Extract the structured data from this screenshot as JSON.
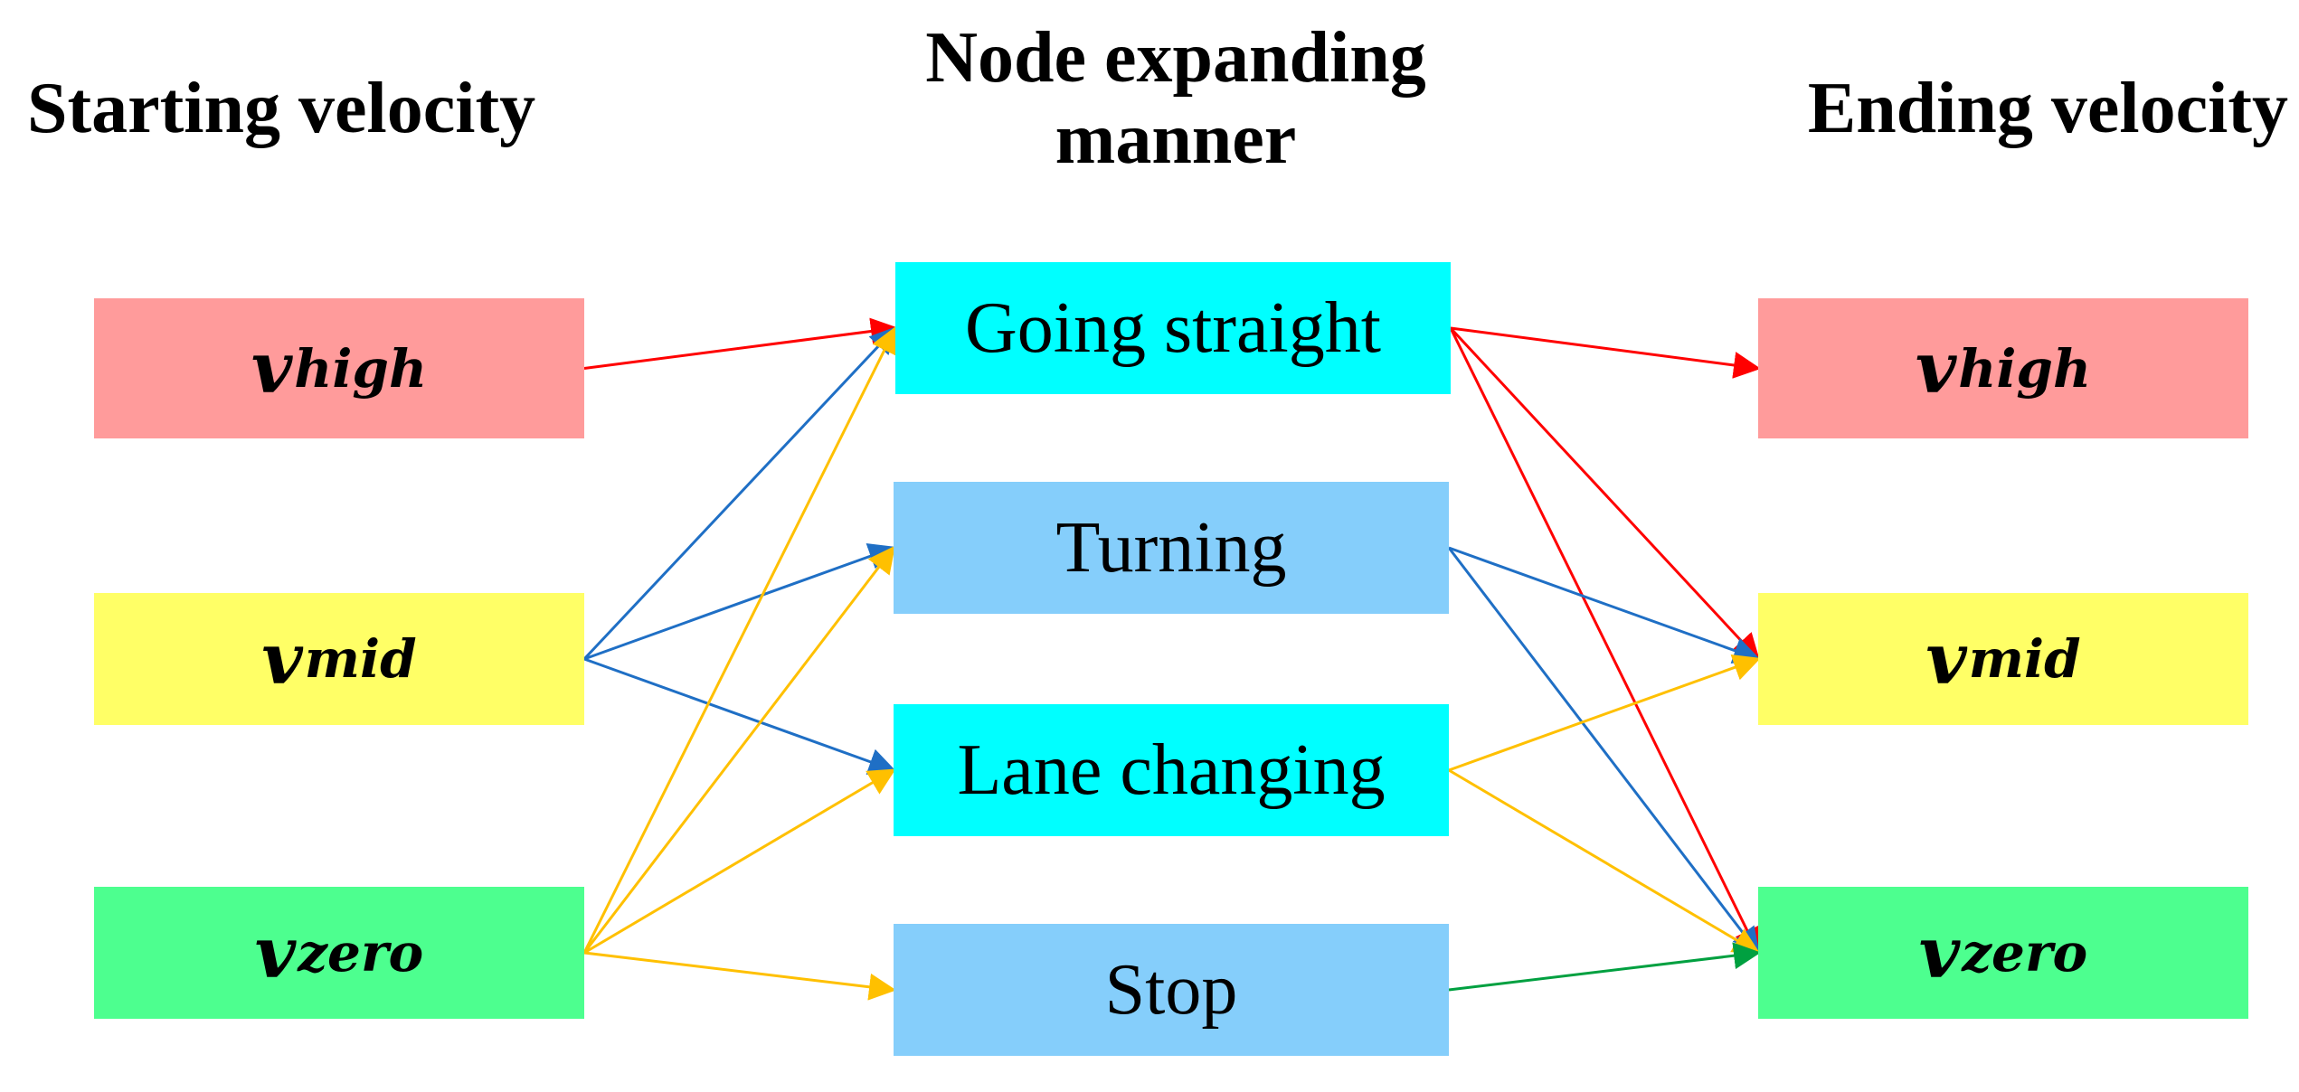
{
  "headings": {
    "starting": "Starting  velocity",
    "manner_line1": "Node expanding",
    "manner_line2": "manner",
    "ending": "Ending velocity"
  },
  "start_velocities": [
    {
      "symbol": "v",
      "subscript": "high"
    },
    {
      "symbol": "v",
      "subscript": "mid"
    },
    {
      "symbol": "v",
      "subscript": "zero"
    }
  ],
  "manners": [
    "Going straight",
    "Turning",
    "Lane changing",
    "Stop"
  ],
  "end_velocities": [
    {
      "symbol": "v",
      "subscript": "high"
    },
    {
      "symbol": "v",
      "subscript": "mid"
    },
    {
      "symbol": "v",
      "subscript": "zero"
    }
  ],
  "colors": {
    "high_box": "#FF9B9B",
    "mid_box": "#FFFF66",
    "zero_box": "#4DFF8F",
    "manner_cyan": "#00FFFF",
    "manner_blue": "#85CEFB",
    "edge_red": "#FF0000",
    "edge_blue": "#1F6FC5",
    "edge_yellow": "#FFC000",
    "edge_green": "#00A040"
  },
  "edges": [
    {
      "from": "start_high",
      "to": "going_straight",
      "color": "edge_red"
    },
    {
      "from": "start_mid",
      "to": "going_straight",
      "color": "edge_blue"
    },
    {
      "from": "start_mid",
      "to": "turning",
      "color": "edge_blue"
    },
    {
      "from": "start_mid",
      "to": "lane_changing",
      "color": "edge_blue"
    },
    {
      "from": "start_zero",
      "to": "going_straight",
      "color": "edge_yellow"
    },
    {
      "from": "start_zero",
      "to": "turning",
      "color": "edge_yellow"
    },
    {
      "from": "start_zero",
      "to": "lane_changing",
      "color": "edge_yellow"
    },
    {
      "from": "start_zero",
      "to": "stop",
      "color": "edge_yellow"
    },
    {
      "from": "going_straight",
      "to": "end_high",
      "color": "edge_red"
    },
    {
      "from": "going_straight",
      "to": "end_mid",
      "color": "edge_red"
    },
    {
      "from": "going_straight",
      "to": "end_zero",
      "color": "edge_red"
    },
    {
      "from": "turning",
      "to": "end_mid",
      "color": "edge_blue"
    },
    {
      "from": "turning",
      "to": "end_zero",
      "color": "edge_blue"
    },
    {
      "from": "lane_changing",
      "to": "end_mid",
      "color": "edge_yellow"
    },
    {
      "from": "lane_changing",
      "to": "end_zero",
      "color": "edge_yellow"
    },
    {
      "from": "stop",
      "to": "end_zero",
      "color": "edge_green"
    }
  ]
}
